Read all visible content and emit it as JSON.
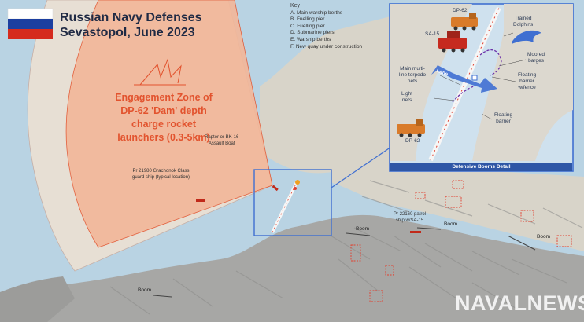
{
  "title": {
    "line1": "Russian Navy Defenses",
    "line2": "Sevastopol, June 2023"
  },
  "flag": {
    "colors": [
      "#ffffff",
      "#1c3fa0",
      "#d52b1e"
    ]
  },
  "key": {
    "heading": "Key",
    "items": [
      "A.  Main warship berths",
      "B.  Fuelling pier",
      "C.  Fuelling pier",
      "D.  Submarine piers",
      "E.  Warship berths",
      "F.  New quay under construction"
    ]
  },
  "engagement_zone": {
    "lines": [
      "Engagement Zone of",
      "DP-62 'Dam' depth",
      "charge rocket",
      "launchers (0.3-5km)"
    ],
    "color": "#e2532e"
  },
  "labels": {
    "raptor": [
      "Raptor or BK-16",
      "Assault Boat"
    ],
    "grachonok": [
      "Pr 21980 Grachonok Class",
      "guard ship (typical location)"
    ],
    "patrol": [
      "Pr 22160 patrol",
      "ship w/SA-15"
    ],
    "boom_label": "Boom"
  },
  "inset": {
    "dp62_top": "DP-62",
    "sa15": "SA-15",
    "dolphins": [
      "Trained",
      "Dolphins"
    ],
    "moored": [
      "Moored",
      "barges"
    ],
    "main_nets": [
      "Main multi-",
      "line torpedo",
      "nets"
    ],
    "lane": "Lane",
    "floating_fence": [
      "Floating",
      "barrier",
      "w/fence"
    ],
    "light_nets": [
      "Light",
      "nets"
    ],
    "floating_barrier": [
      "Floating",
      "barrier"
    ],
    "dp62_bottom": "DP-62",
    "footer": "Defensive Booms Detail"
  },
  "watermark": "NAVALNEWS",
  "colors": {
    "water": "#b9d3e3",
    "land": "#dcd8cf",
    "urban": "#a9a9a8",
    "zone_fill": "#f0b99c",
    "inset_border": "#3f6fd1",
    "accent_blue": "#2e56a6"
  }
}
